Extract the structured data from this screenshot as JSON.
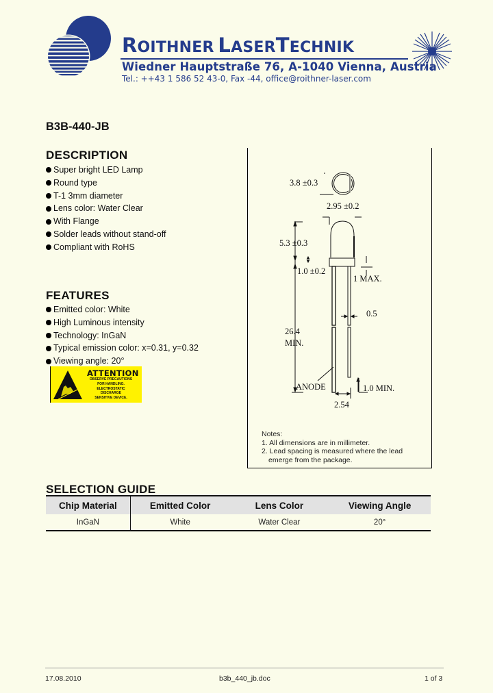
{
  "header": {
    "company_part1_initial": "R",
    "company_part1_rest": "OITHNER",
    "company_part2_initial": "L",
    "company_part2_rest": "ASER",
    "company_part3_initial": "T",
    "company_part3_rest": "ECHNIK",
    "address": "Wiedner Hauptstraße 76, A-1040 Vienna, Austria",
    "contact": "Tel.: ++43 1 586 52 43-0, Fax -44, office@roithner-laser.com",
    "brand_color": "#243c8c"
  },
  "part_number": "B3B-440-JB",
  "description": {
    "title": "DESCRIPTION",
    "items": [
      "Super bright LED Lamp",
      "Round type",
      "T-1 3mm diameter",
      "Lens color: Water Clear",
      "With Flange",
      "Solder leads without stand-off",
      "Compliant with RoHS"
    ]
  },
  "features": {
    "title": "FEATURES",
    "items": [
      "Emitted color: White",
      "High Luminous intensity",
      "Technology: InGaN",
      "Typical emission color: x=0.31, y=0.32",
      "Viewing angle: 20°"
    ]
  },
  "esd_label": {
    "title": "ATTENTION",
    "lines": [
      "Observe precautions",
      "for handling.",
      "Electrostatic",
      "discharge",
      "sensitive device."
    ],
    "color": "#fff200"
  },
  "drawing": {
    "dims": {
      "lens_diameter": "3.8 ±0.3",
      "body_diameter": "2.95 ±0.2",
      "body_height": "5.3 ±0.3",
      "flange_height": "1.0 ±0.2",
      "flange_max": "1 MAX.",
      "lead_width": "0.5",
      "lead_length_value": "26.4",
      "lead_length_unit": "MIN.",
      "anode_label": "ANODE",
      "lead_diff": "1.0 MIN.",
      "lead_spacing": "2.54"
    },
    "notes": {
      "title": "Notes:",
      "lines": [
        "1. All dimensions are in millimeter.",
        "2. Lead spacing is measured where the lead",
        "emerge from the package."
      ]
    }
  },
  "selection_guide": {
    "title": "SELECTION GUIDE",
    "columns": [
      "Chip Material",
      "Emitted Color",
      "Lens Color",
      "Viewing Angle"
    ],
    "rows": [
      [
        "InGaN",
        "White",
        "Water Clear",
        "20°"
      ]
    ]
  },
  "footer": {
    "date": "17.08.2010",
    "filename": "b3b_440_jb.doc",
    "page": "1 of 3"
  }
}
